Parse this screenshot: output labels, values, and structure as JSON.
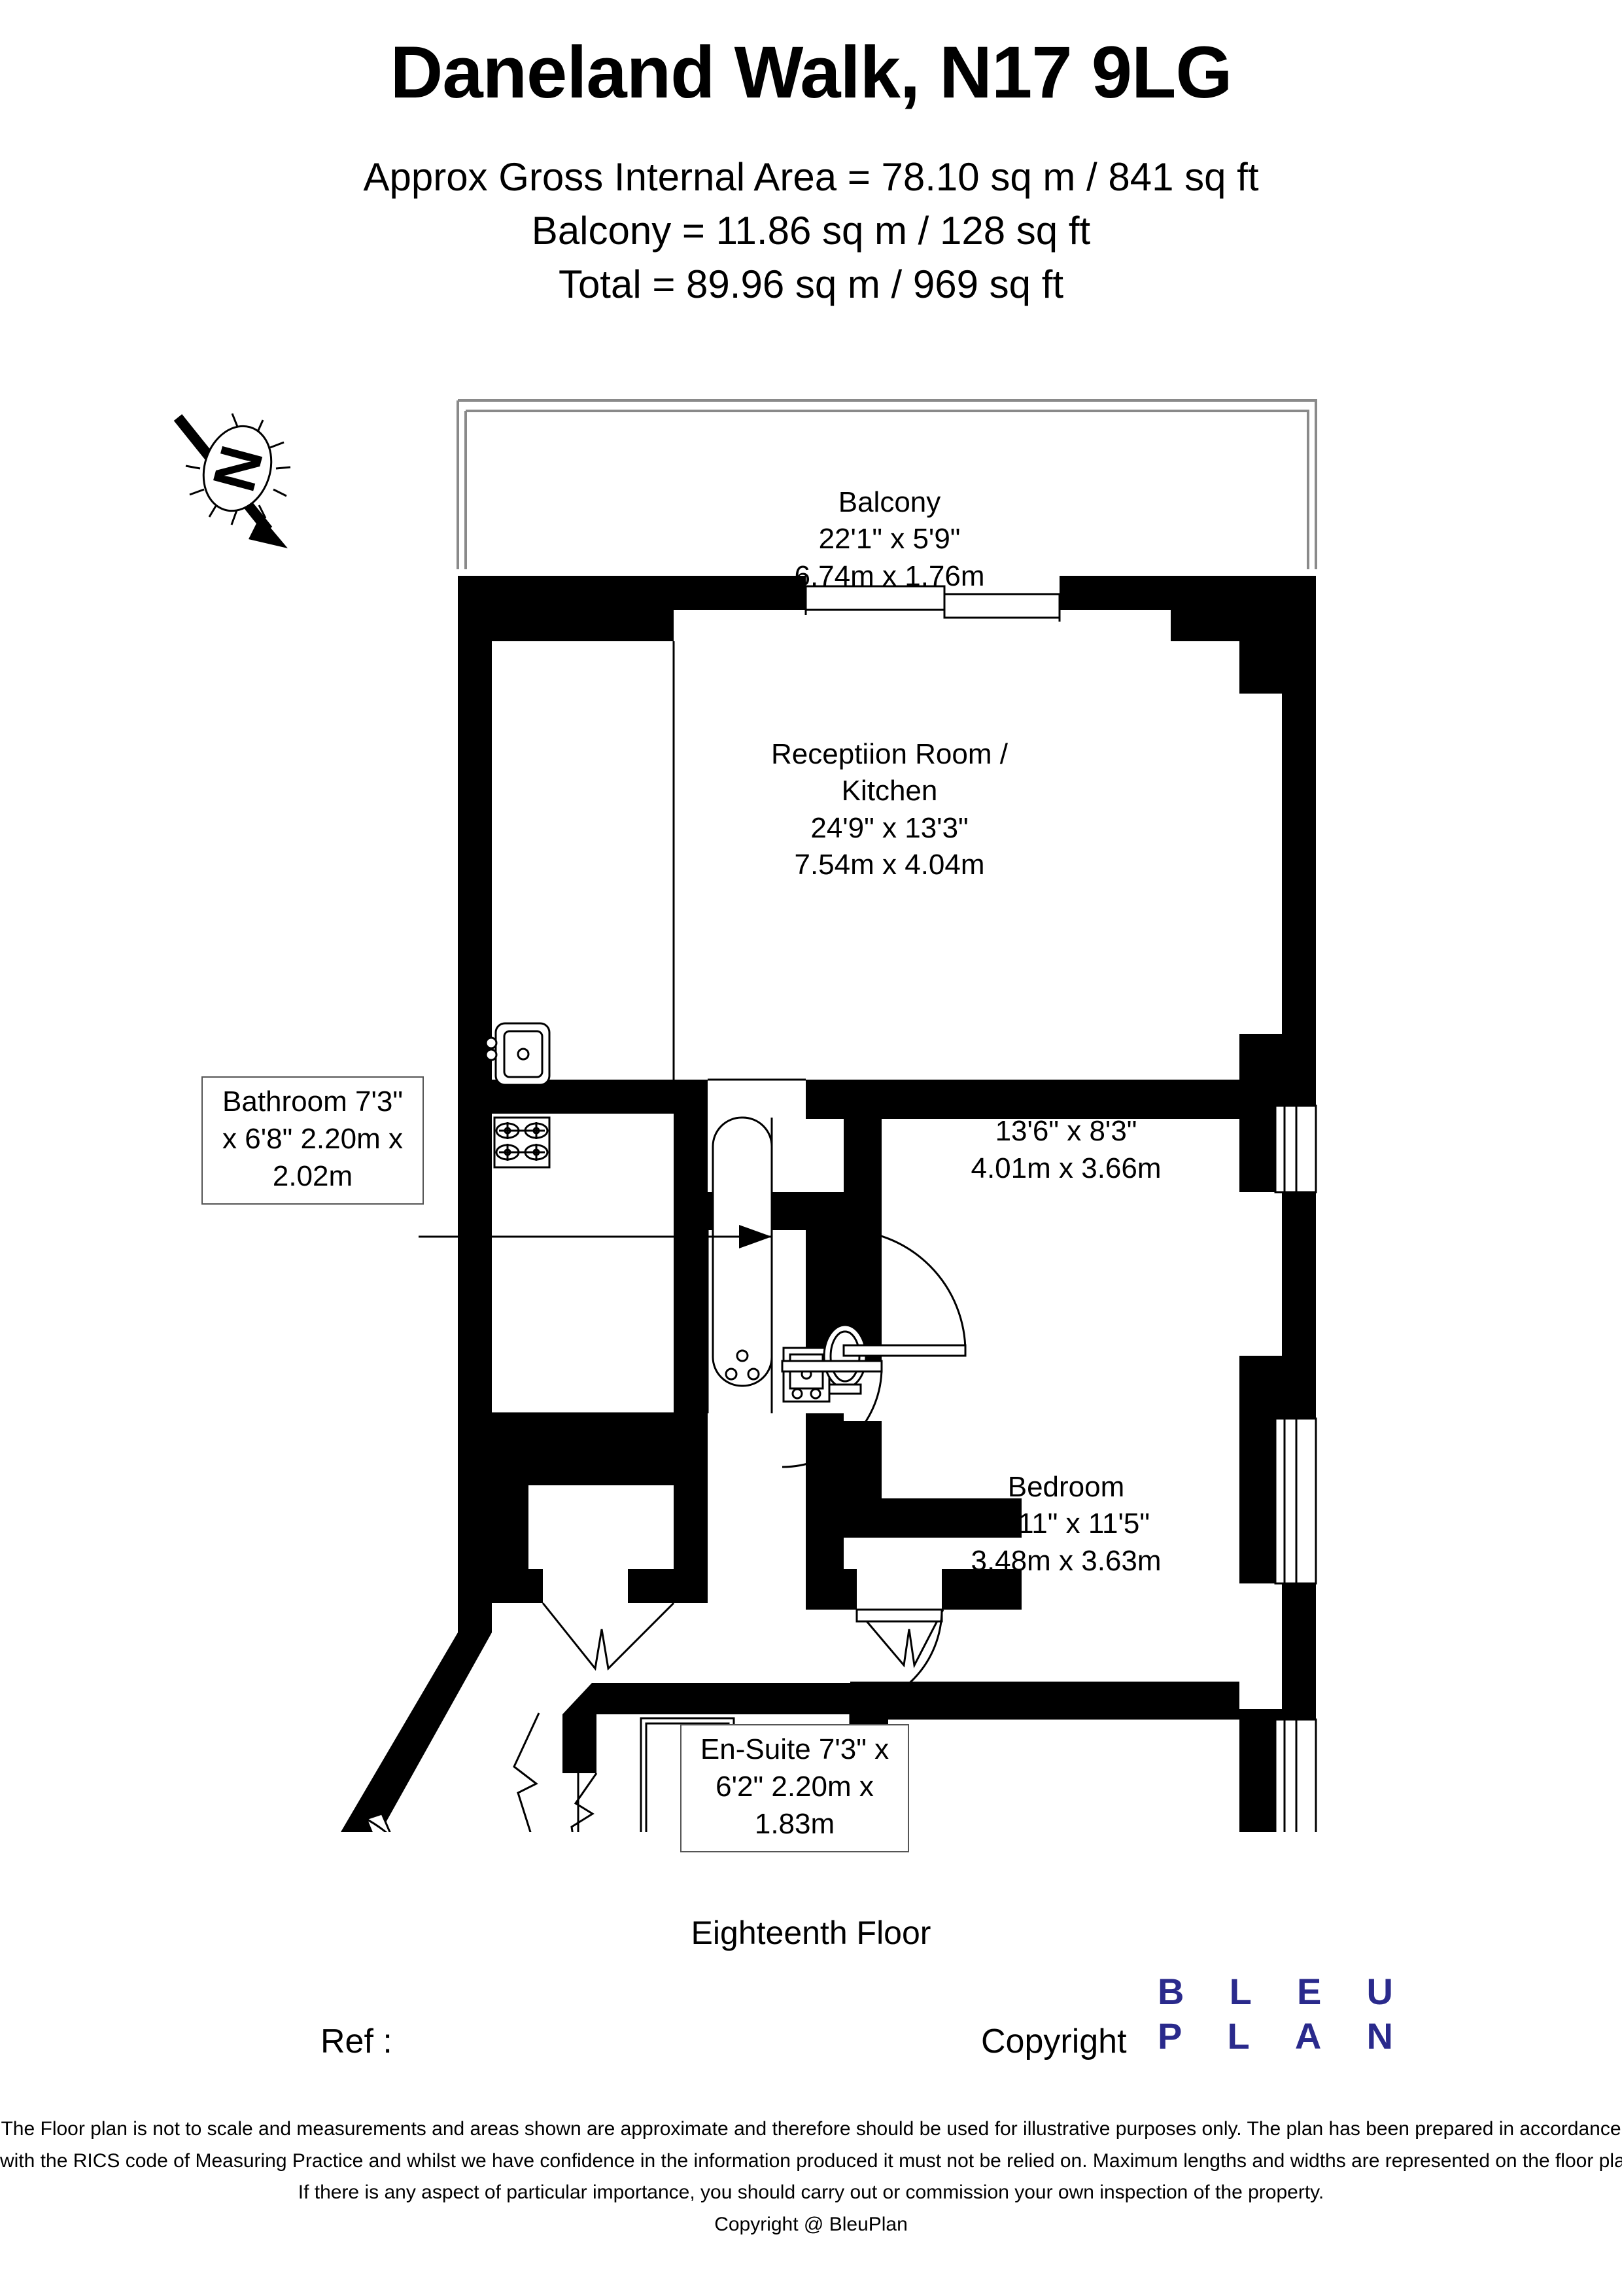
{
  "header": {
    "title": "Daneland Walk, N17 9LG",
    "area_lines": [
      "Approx Gross Internal Area = 78.10 sq m / 841 sq ft",
      "Balcony = 11.86 sq m / 128 sq ft",
      "Total = 89.96 sq m / 969 sq ft"
    ]
  },
  "compass": {
    "north_letter": "N"
  },
  "rooms": {
    "balcony": {
      "name": "Balcony",
      "imperial": "22'1\" x 5'9\"",
      "metric": "6.74m x 1.76m"
    },
    "reception": {
      "name": "Receptiion Room /",
      "name2": "Kitchen",
      "imperial": "24'9\" x 13'3\"",
      "metric": "7.54m x 4.04m"
    },
    "bathroom": {
      "name": "Bathroom",
      "imperial": "7'3\" x 6'8\"",
      "metric": "2.20m x 2.02m"
    },
    "bedroom1": {
      "name": "Bedroom",
      "imperial": "13'6\" x 8'3\"",
      "metric": "4.01m x 3.66m"
    },
    "bedroom2": {
      "name": "Bedroom",
      "imperial": "11'11\" x 11'5\"",
      "metric": "3.48m x 3.63m"
    },
    "ensuite": {
      "name": "En-Suite",
      "imperial": "7'3\" x 6'2\"",
      "metric": "2.20m x 1.83m"
    }
  },
  "footer": {
    "floor": "Eighteenth Floor",
    "ref_label": "Ref  :",
    "copyright_label": "Copyright",
    "logo_top": [
      "B",
      "L",
      "E",
      "U"
    ],
    "logo_bottom": [
      "P",
      "L",
      "A",
      "N"
    ],
    "logo_color": "#2a2a8c",
    "disclaimer": [
      "The Floor plan is not to scale and measurements and areas shown are approximate and therefore should be used for illustrative purposes only. The plan has been prepared in accordance",
      "with the RICS code of Measuring Practice and whilst we have confidence in the information produced it must not be relied on. Maximum lengths and widths are represented on the floor plan.",
      "If there is any aspect of particular importance, you should carry out or commission your own inspection of the property.",
      "Copyright @ BleuPlan"
    ]
  }
}
